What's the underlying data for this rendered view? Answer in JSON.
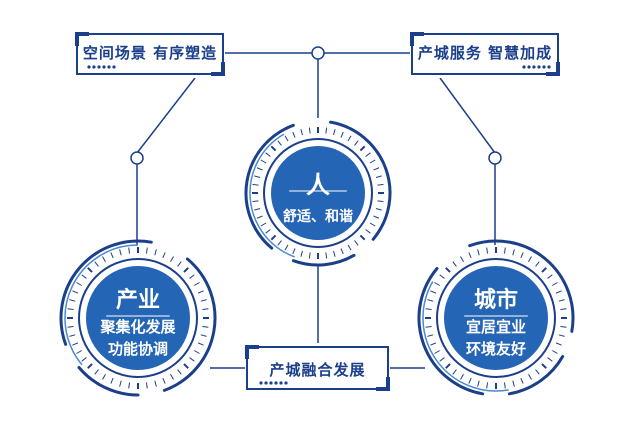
{
  "colors": {
    "navy": "#1b3f8b",
    "blue": "#2565b5",
    "light": "#4a8ad0",
    "line": "#1b3f8b"
  },
  "labels": {
    "top_left": "空间场景 有序塑造",
    "top_right": "产城服务 智慧加成",
    "bottom": "产城融合发展"
  },
  "nodes": {
    "center": {
      "title": "人",
      "sub": "舒适、和谐"
    },
    "left": {
      "title": "产业",
      "line1": "聚集化发展",
      "line2": "功能协调"
    },
    "right": {
      "title": "城市",
      "line1": "宜居宜业",
      "line2": "环境友好"
    }
  }
}
